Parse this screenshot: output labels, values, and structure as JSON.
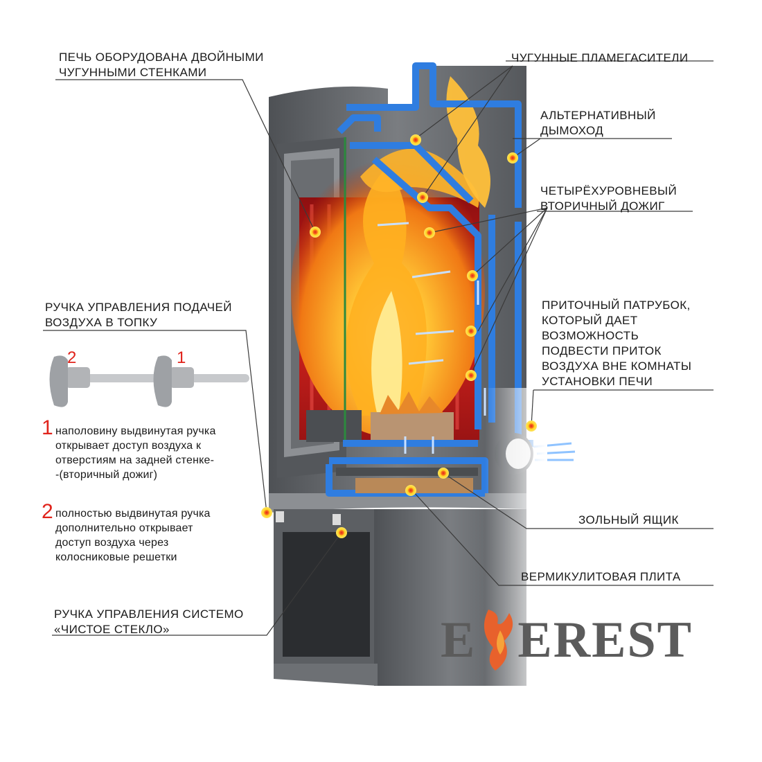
{
  "labels": {
    "double_walls": [
      "ПЕЧЬ ОБОРУДОВАНА ДВОЙНЫМИ",
      "ЧУГУННЫМИ СТЕНКАМИ"
    ],
    "flame_guards": "ЧУГУННЫЕ ПЛАМЕГАСИТЕЛИ",
    "alt_chimney": [
      "АЛЬТЕРНАТИВНЫЙ",
      "ДЫМОХОД"
    ],
    "secondary_burn": [
      "ЧЕТЫРЁХУРОВНЕВЫЙ",
      "ВТОРИЧНЫЙ ДОЖИГ"
    ],
    "inlet_pipe": [
      "ПРИТОЧНЫЙ ПАТРУБОК,",
      "КОТОРЫЙ ДАЕТ",
      "ВОЗМОЖНОСТЬ",
      "ПОДВЕСТИ ПРИТОК",
      "ВОЗДУХА ВНЕ КОМНАТЫ",
      "УСТАНОВКИ ПЕЧИ"
    ],
    "air_handle": [
      "РУЧКА УПРАВЛЕНИЯ ПОДАЧЕЙ",
      "ВОЗДУХА В ТОПКУ"
    ],
    "ash_box": "ЗОЛЬНЫЙ ЯЩИК",
    "vermiculite": "ВЕРМИКУЛИТОВАЯ ПЛИТА",
    "clean_glass": [
      "РУЧКА УПРАВЛЕНИЯ СИСТЕМО",
      "«ЧИСТОЕ СТЕКЛО»"
    ]
  },
  "handle_positions": {
    "pos1_number": "1",
    "pos2_number": "2",
    "pos1_text": [
      "наполовину выдвинутая ручка",
      "открывает доступ воздуха к",
      "отверстиям на задней стенке-",
      "-(вторичный дожиг)"
    ],
    "pos2_text": [
      "полностью выдвинутая ручка",
      "дополнительно открывает",
      "доступ воздуха через",
      "колосниковые решетки"
    ]
  },
  "logo": {
    "left": "E",
    "flame": "V",
    "rest": "EREST",
    "color": "#5b5b5b",
    "flame_color": "#e8612c"
  },
  "colors": {
    "frame_blue": "#2f7de0",
    "stove_body": "#6b6e72",
    "firebox_red": "#c9201c",
    "flame": "#f7a21b",
    "marker_yellow": "#ffd21f",
    "accent_red": "#e0231b"
  }
}
